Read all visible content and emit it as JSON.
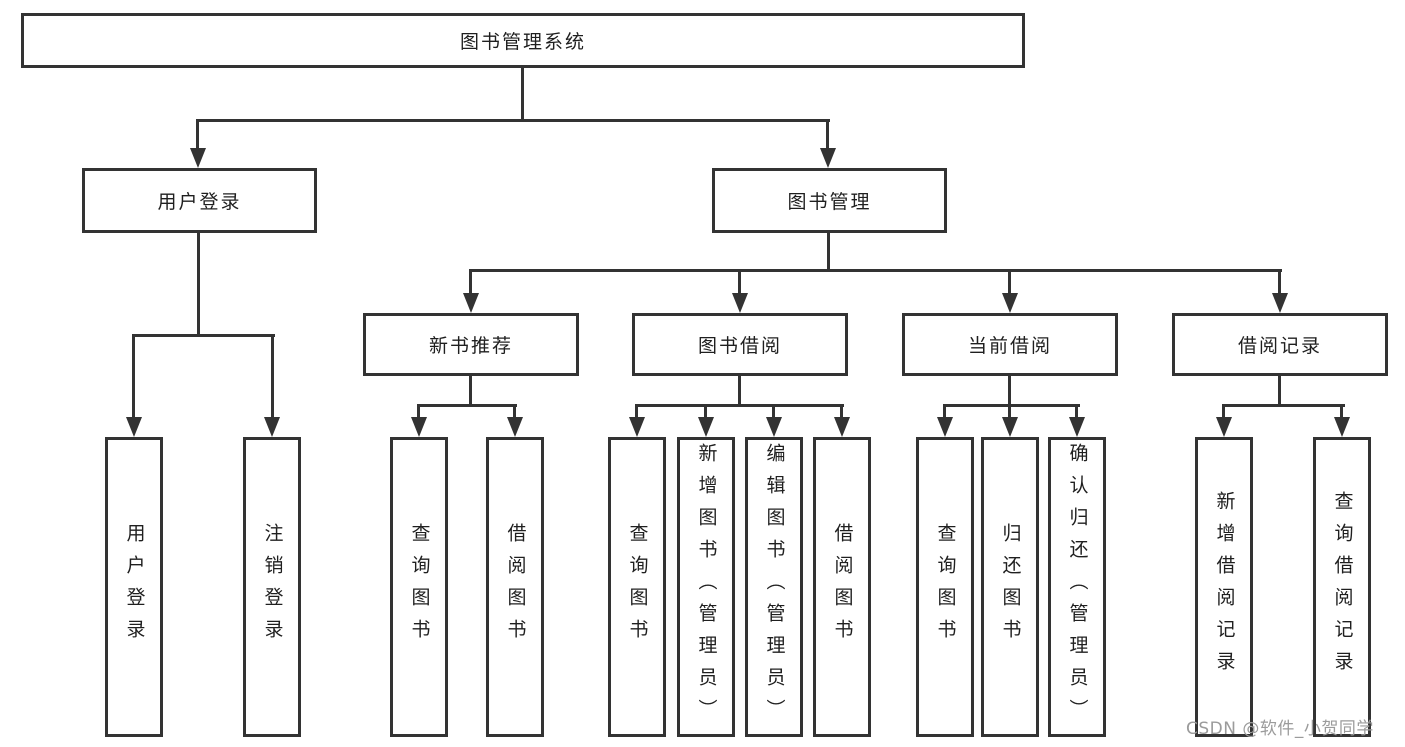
{
  "diagram": {
    "title": "图书管理系统",
    "type": "hierarchy-tree"
  },
  "nodes": {
    "root": {
      "label": "图书管理系统"
    },
    "user_login": {
      "label": "用户登录"
    },
    "book_mgmt": {
      "label": "图书管理"
    },
    "new_book_rec": {
      "label": "新书推荐"
    },
    "book_borrow": {
      "label": "图书借阅"
    },
    "current_borrow": {
      "label": "当前借阅"
    },
    "borrow_record": {
      "label": "借阅记录"
    },
    "login_leaf": {
      "label": "用户登录"
    },
    "logout_leaf": {
      "label": "注销登录"
    },
    "rec_query": {
      "label": "查询图书"
    },
    "rec_borrow": {
      "label": "借阅图书"
    },
    "bor_query": {
      "label": "查询图书"
    },
    "bor_add": {
      "label": "新增图书（管理员）"
    },
    "bor_edit": {
      "label": "编辑图书（管理员）"
    },
    "bor_borrow": {
      "label": "借阅图书"
    },
    "cur_query": {
      "label": "查询图书"
    },
    "cur_return": {
      "label": "归还图书"
    },
    "cur_confirm": {
      "label": "确认归还（管理员）"
    },
    "brec_add": {
      "label": "新增借阅记录"
    },
    "brec_query": {
      "label": "查询借阅记录"
    }
  },
  "hierarchy": {
    "label": "图书管理系统",
    "children": [
      {
        "label": "用户登录",
        "children": [
          {
            "label": "用户登录"
          },
          {
            "label": "注销登录"
          }
        ]
      },
      {
        "label": "图书管理",
        "children": [
          {
            "label": "新书推荐",
            "children": [
              {
                "label": "查询图书"
              },
              {
                "label": "借阅图书"
              }
            ]
          },
          {
            "label": "图书借阅",
            "children": [
              {
                "label": "查询图书"
              },
              {
                "label": "新增图书（管理员）"
              },
              {
                "label": "编辑图书（管理员）"
              },
              {
                "label": "借阅图书"
              }
            ]
          },
          {
            "label": "当前借阅",
            "children": [
              {
                "label": "查询图书"
              },
              {
                "label": "归还图书"
              },
              {
                "label": "确认归还（管理员）"
              }
            ]
          },
          {
            "label": "借阅记录",
            "children": [
              {
                "label": "新增借阅记录"
              },
              {
                "label": "查询借阅记录"
              }
            ]
          }
        ]
      }
    ]
  },
  "watermark": {
    "text": "CSDN @软件_小贺同学"
  },
  "colors": {
    "line": "#333333",
    "text": "#1f1f1f",
    "background": "#ffffff",
    "watermark": "#9b9b9b"
  }
}
